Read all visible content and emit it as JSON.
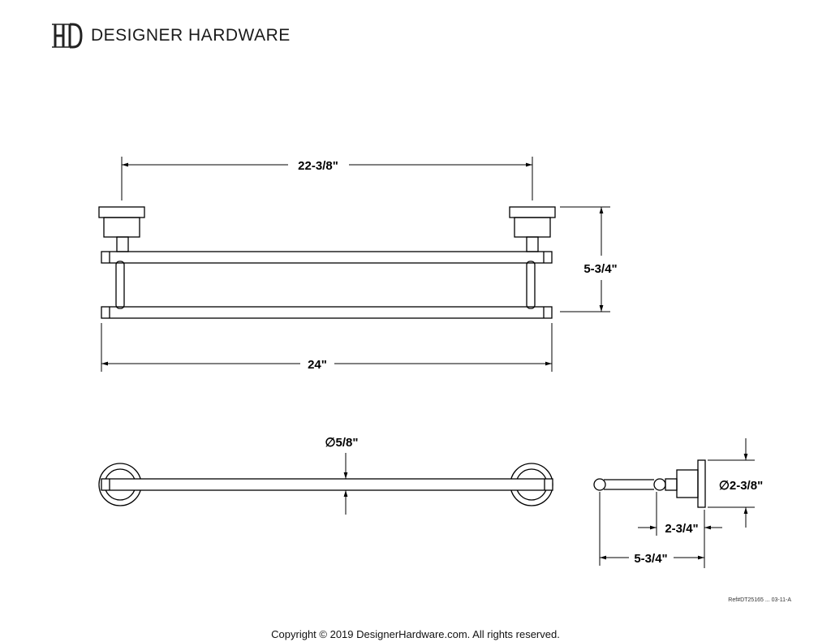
{
  "header": {
    "logo_icon": "dh-monogram-icon",
    "brand_name": "DESIGNER HARDWARE"
  },
  "drawing": {
    "front_view": {
      "overall_length": "24\"",
      "center_to_center": "22-3/8\"",
      "height": "5-3/4\""
    },
    "top_view": {
      "bar_diameter": "∅5/8\""
    },
    "side_view": {
      "flange_diameter": "∅2-3/8\"",
      "inner_bar_projection": "2-3/4\"",
      "outer_bar_projection": "5-3/4\""
    },
    "reference_code": "Ref#DT25165 ... 03-11-A"
  },
  "footer": {
    "copyright": "Copyright © 2019 DesignerHardware.com. All rights reserved."
  }
}
